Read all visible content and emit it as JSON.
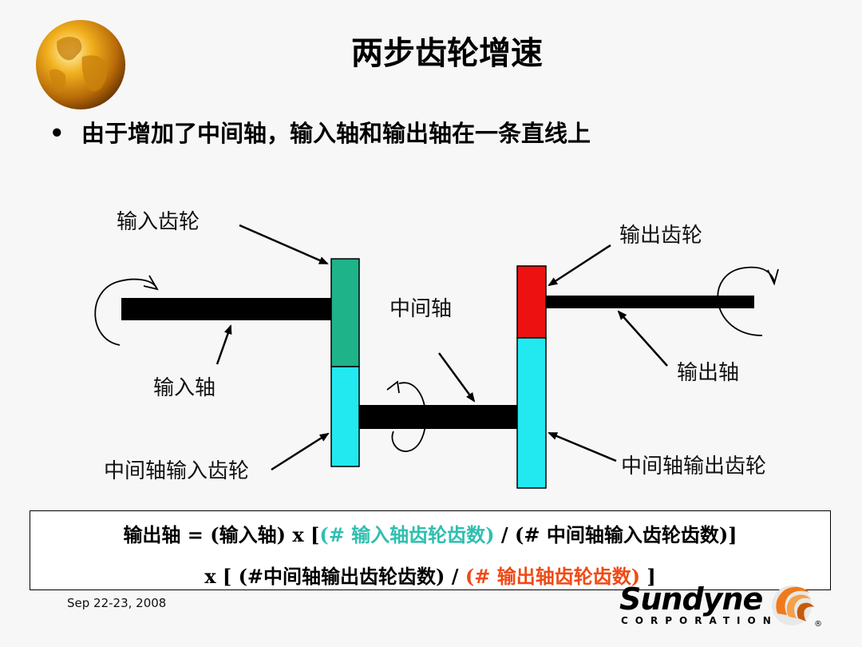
{
  "title": "两步齿轮增速",
  "bullet": "由于增加了中间轴，输入轴和输出轴在一条直线上",
  "labels": {
    "input_gear": "输入齿轮",
    "output_gear": "输出齿轮",
    "intermediate_shaft": "中间轴",
    "input_shaft": "输入轴",
    "output_shaft": "输出轴",
    "intermediate_input_gear": "中间轴输入齿轮",
    "intermediate_output_gear": "中间轴输出齿轮"
  },
  "formula": {
    "line1_a": "输出轴 = (输入轴) x [",
    "line1_b": "(# 输入轴齿轮齿数)",
    "line1_c": " / (# 中间轴输入齿轮齿数)]",
    "line2_a": "x [ (#中间轴输出齿轮齿数) / ",
    "line2_b": "(# 输出轴齿轮齿数)",
    "line2_c": " ]"
  },
  "footer": {
    "date": "Sep 22-23, 2008",
    "logo_name": "Sundyne",
    "logo_sub": "CORPORATION"
  },
  "colors": {
    "input_gear": "#1fb38a",
    "intermediate_gear": "#22e8f0",
    "output_gear": "#ee1111",
    "shaft": "#000000",
    "formula_teal": "#2fbfb0",
    "formula_red": "#f04a16"
  },
  "icons": [
    "globe-icon",
    "sundyne-swirl-icon"
  ]
}
